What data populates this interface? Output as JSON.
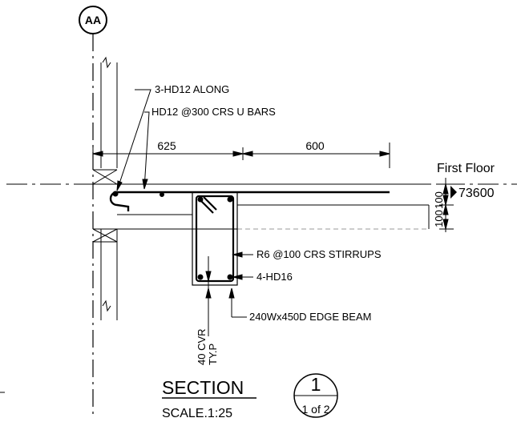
{
  "gridline": {
    "label": "AA"
  },
  "annotations": {
    "along_bars": "3-HD12 ALONG",
    "u_bars": "HD12 @300 CRS U BARS",
    "stirrups": "R6 @100 CRS STIRRUPS",
    "bottom_bars": "4-HD16",
    "edge_beam": "240Wx450D EDGE BEAM",
    "cover_line1": "40 CVR",
    "cover_line2": "TY.P"
  },
  "dimensions": {
    "left_span": "625",
    "right_span": "600",
    "slab_thickness": "100",
    "drop_depth": "100"
  },
  "level": {
    "name": "First Floor",
    "value": "73600"
  },
  "title_block": {
    "title": "SECTION",
    "scale": "SCALE.1:25",
    "detail_number": "1",
    "sheet_ref": "1 of 2"
  }
}
